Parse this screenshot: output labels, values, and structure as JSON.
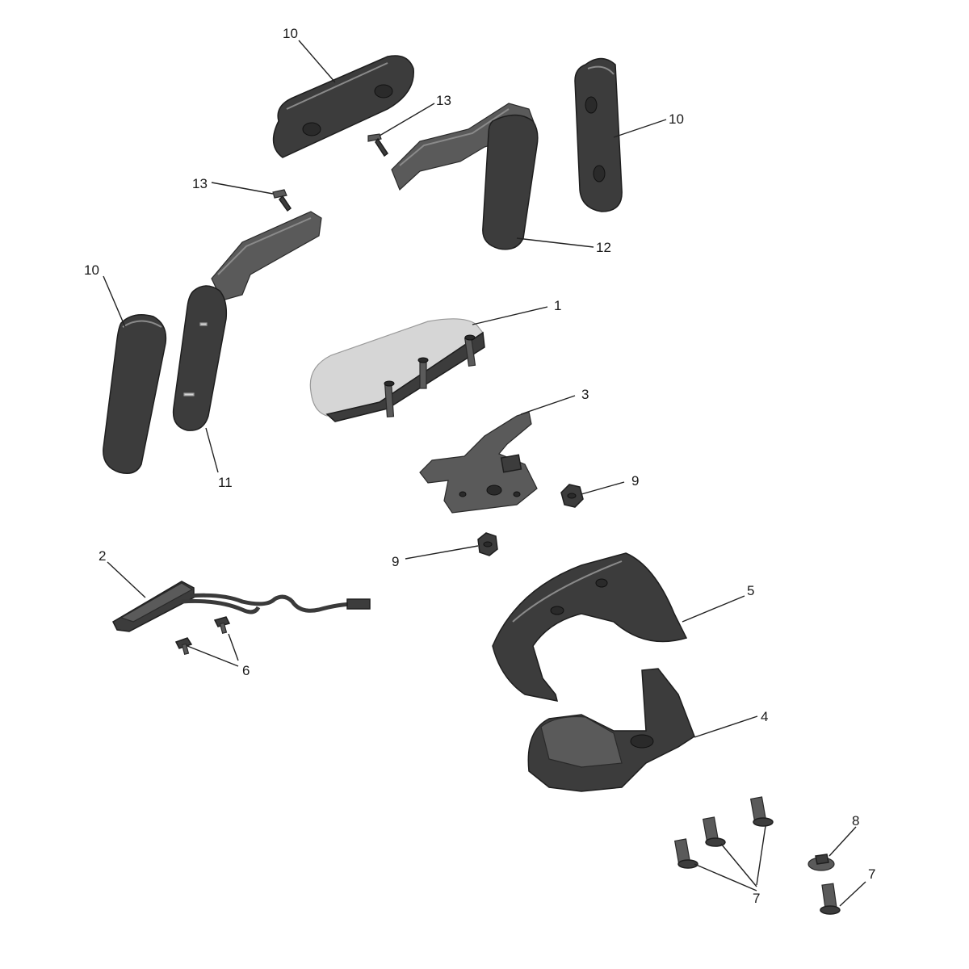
{
  "callouts": {
    "c1": "1",
    "c2": "2",
    "c3": "3",
    "c4": "4",
    "c5": "5",
    "c6": "6",
    "c7a": "7",
    "c7b": "7",
    "c8": "8",
    "c9a": "9",
    "c9b": "9",
    "c10a": "10",
    "c10b": "10",
    "c10c": "10",
    "c11": "11",
    "c12": "12",
    "c13a": "13",
    "c13b": "13"
  }
}
